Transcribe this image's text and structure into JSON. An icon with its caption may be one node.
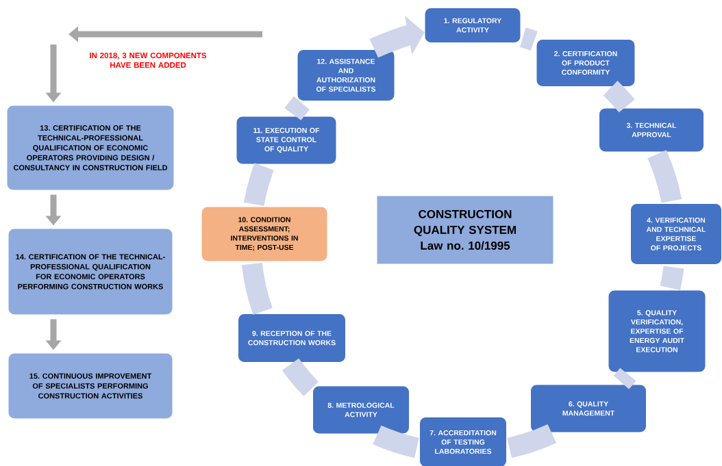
{
  "diagram": {
    "nodes": [
      {
        "text": [
          "CONSTRUCTION QUALITY SYSTEM",
          "Law no. 10/1995"
        ]
      },
      {
        "text": [
          "1. REGULATORY ACTIVITY"
        ]
      },
      {
        "text": [
          "2. CERTIFICATION OF PRODUCT CONFORMITY"
        ]
      },
      {
        "text": [
          "3. TECHNICAL APPROVAL"
        ]
      },
      {
        "text": [
          "4. VERIFICATION AND TECHNICAL EXPERTISE OF PROJECTS"
        ]
      },
      {
        "text": [
          "5. QUALITY VERIFICATION, EXPERTISE OF ENERGY AUDIT EXECUTION"
        ]
      },
      {
        "text": [
          "6. QUALITY MANAGEMENT"
        ]
      },
      {
        "text": [
          "7. ACCREDITATION OF TESTING LABORATORIES"
        ]
      },
      {
        "text": [
          "8. METROLOGICAL ACTIVITY"
        ]
      },
      {
        "text": [
          "9. RECEPTION OF THE CONSTRUCTION WORKS"
        ]
      },
      {
        "text": [
          "10. CONDITION ASSESSMENT; INTERVENTIONS IN TIME; POST-USE"
        ]
      },
      {
        "text": [
          "11. EXECUTION OF STATE CONTROL OF QUALITY"
        ]
      },
      {
        "text": [
          "12. ASSISTANCE AND AUTHORIZATION OF SPECIALISTS"
        ]
      },
      {
        "text": [
          "13. CERTIFICATION OF THE TECHNICAL-PROFESSIONAL QUALIFICATION OF ECONOMIC OPERATORS PROVIDING DESIGN / CONSULTANCY IN CONSTRUCTION FIELD"
        ]
      },
      {
        "text": [
          "14. CERTIFICATION OF THE TECHNICAL-PROFESSIONAL QUALIFICATION FOR ECONOMIC OPERATORS PERFORMING CONSTRUCTION WORKS"
        ]
      },
      {
        "text": [
          "15. CONTINUOUS IMPROVEMENT OF SPECIALISTS PERFORMING CONSTRUCTION ACTIVITIES"
        ]
      }
    ],
    "edges": [
      {
        "from": 1,
        "to": 2,
        "arrow": "none"
      },
      {
        "from": 2,
        "to": 3,
        "arrow": "none"
      },
      {
        "from": 3,
        "to": 4,
        "arrow": "none"
      },
      {
        "from": 4,
        "to": 5,
        "arrow": "none"
      },
      {
        "from": 5,
        "to": 6,
        "arrow": "none"
      },
      {
        "from": 6,
        "to": 7,
        "arrow": "none"
      },
      {
        "from": 7,
        "to": 8,
        "arrow": "none"
      },
      {
        "from": 8,
        "to": 9,
        "arrow": "none"
      },
      {
        "from": 9,
        "to": 10,
        "arrow": "none"
      },
      {
        "from": 10,
        "to": 11,
        "arrow": "none"
      },
      {
        "from": 11,
        "to": 12,
        "arrow": "none"
      },
      {
        "from": 12,
        "to": 1,
        "arrow": "to"
      },
      {
        "from": null,
        "to": 13,
        "arrow": "to",
        "color": "#a6a6a6"
      },
      {
        "from": 13,
        "to": 14,
        "arrow": "to",
        "color": "#a6a6a6"
      },
      {
        "from": 14,
        "to": 15,
        "arrow": "to",
        "color": "#a6a6a6"
      }
    ],
    "labels": [
      "IN 2018, 3 NEW COMPONENTS HAVE BEEN ADDED"
    ]
  }
}
